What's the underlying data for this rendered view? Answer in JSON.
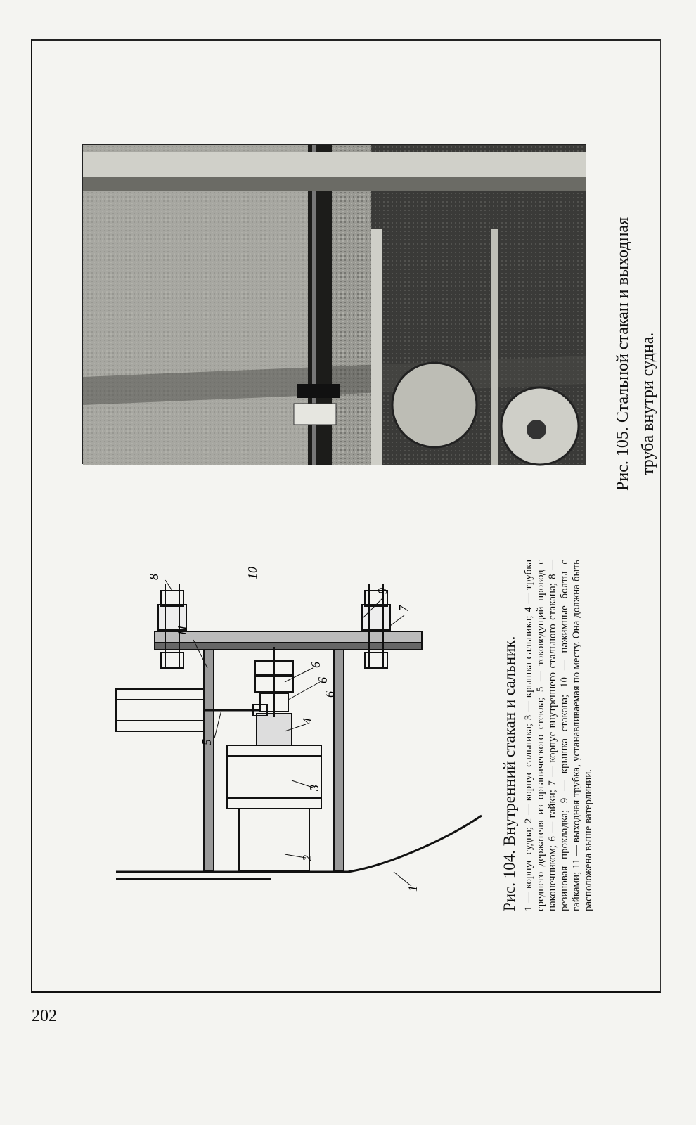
{
  "page": {
    "number": "202"
  },
  "figure104": {
    "title": "Рис. 104. Внутренний стакан и сальник.",
    "legend": "1 — корпус судна; 2 — корпус сальника; 3 — крышка сальника; 4 — трубка среднего держателя из органического стекла; 5 — токоведущий провод с наконечником; 6 — гайки; 7 — корпус внутреннего стального стакана; 8 — резиновая прокладка; 9 — крышка стакана; 10 — нажимные болты с гайками; 11 — выходная трубка, устанавливаемая по месту. Она должна быть расположена выше ватерлинии.",
    "labels": [
      "1",
      "2",
      "3",
      "4",
      "6",
      "6",
      "6",
      "5",
      "11",
      "7",
      "9",
      "8",
      "10"
    ]
  },
  "figure105": {
    "caption_line1": "Рис. 105. Стальной стакан и выходная",
    "caption_line2": "труба внутри судна."
  },
  "colors": {
    "ink": "#111111",
    "paper": "#f4f4f1",
    "photo_light": "#b8b8b2",
    "photo_dark": "#2a2a2a"
  }
}
